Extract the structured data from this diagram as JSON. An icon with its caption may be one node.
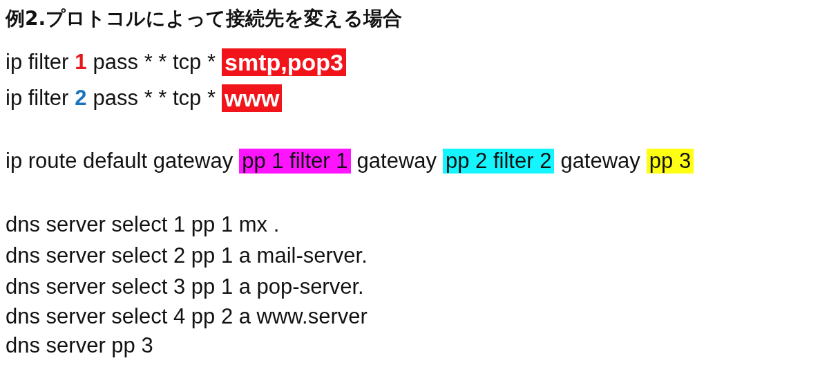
{
  "diagram": {
    "title": "例2.プロトコルによって接続先を変える場合",
    "labels": [
      "ip filter",
      "1",
      "pass * * tcp *",
      "smtp,pop3",
      "ip filter",
      "2",
      "pass * * tcp *",
      "www",
      "ip route default gateway",
      "pp 1 filter 1",
      "gateway",
      "pp 2 filter 2",
      "gateway",
      "pp 3",
      "dns server select 1 pp 1 mx .",
      "dns server select 2 pp 1 a mail-server.",
      "dns server select 3 pp 1 a pop-server.",
      "dns server select 4 pp 2 a www.server",
      "dns server pp 3"
    ]
  }
}
